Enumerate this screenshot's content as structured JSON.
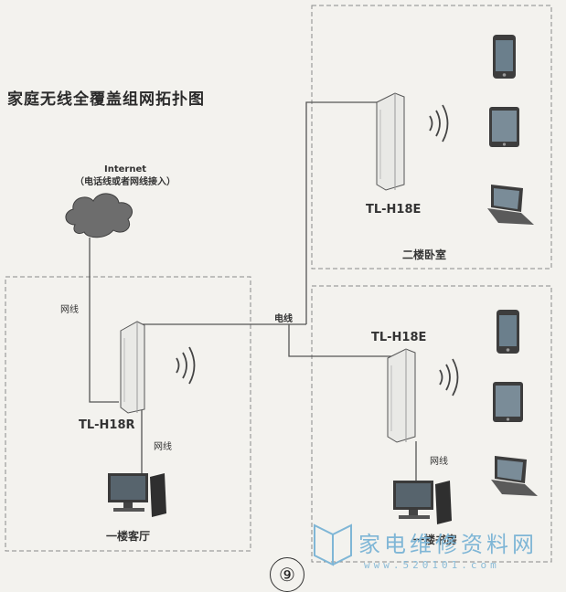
{
  "title": "家庭无线全覆盖组网拓扑图",
  "internet": {
    "name": "Internet",
    "note": "（电话线或者网线接入）"
  },
  "links": {
    "cable_to_router": "网线",
    "powerline": "电线",
    "cable_to_pc_1f": "网线",
    "cable_to_pc_2f": "网线"
  },
  "devices": {
    "main_adapter": "TL-H18R",
    "bedroom_extender": "TL-H18E",
    "study_extender": "TL-H18E"
  },
  "rooms": {
    "first_floor": "一楼客厅",
    "second_floor_bedroom": "二楼卧室",
    "first_floor_study": "一楼书房"
  },
  "watermark": {
    "text": "家电维修资料网",
    "url": "www.520101.com"
  },
  "page_number": "⑨"
}
